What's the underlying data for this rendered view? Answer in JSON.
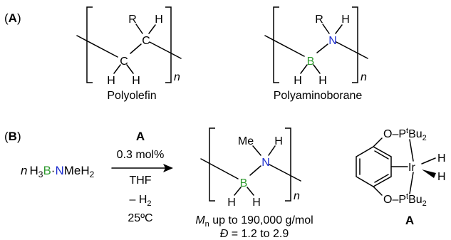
{
  "panel_a": {
    "label_open": "(",
    "label_letter": "A",
    "label_close": ")",
    "polyolefin": {
      "atom_c": "C",
      "atom_r": "R",
      "atom_h": "H",
      "subscript": "n",
      "caption": "Polyolefin"
    },
    "polyaminoborane": {
      "atom_b": "B",
      "atom_n": "N",
      "atom_r": "R",
      "atom_h": "H",
      "subscript": "n",
      "caption": "Polyaminoborane"
    }
  },
  "panel_b": {
    "label_open": "(",
    "label_letter": "B",
    "label_close": ")",
    "reactant": {
      "n": "n",
      "h3": "H",
      "h3_sub": "3",
      "b": "B",
      "dot": "·",
      "n_atom": "N",
      "meh": "MeH",
      "meh_sub": "2"
    },
    "conditions": {
      "catalyst": "A",
      "loading": "0.3 mol%",
      "solvent": "THF",
      "byproduct": "– H",
      "byproduct_sub": "2",
      "temperature": "25ºC"
    },
    "product": {
      "me": "Me",
      "atom_h": "H",
      "atom_b": "B",
      "atom_n": "N",
      "subscript": "n",
      "mn_symbol": "M",
      "mn_sub": "n",
      "mn_text": " up to 190,000 g/mol",
      "dispersity_symbol": "Đ",
      "dispersity_text": " = 1.2 to 2.9"
    },
    "catalyst_structure": {
      "o": "O",
      "p": "P",
      "tbu_sup": "t",
      "bu": "Bu",
      "bu_sub": "2",
      "dash": "–",
      "ir": "Ir",
      "h": "H",
      "label": "A"
    }
  },
  "colors": {
    "boron": "#2e9a2e",
    "nitrogen": "#1f2fcf",
    "text": "#000000"
  }
}
